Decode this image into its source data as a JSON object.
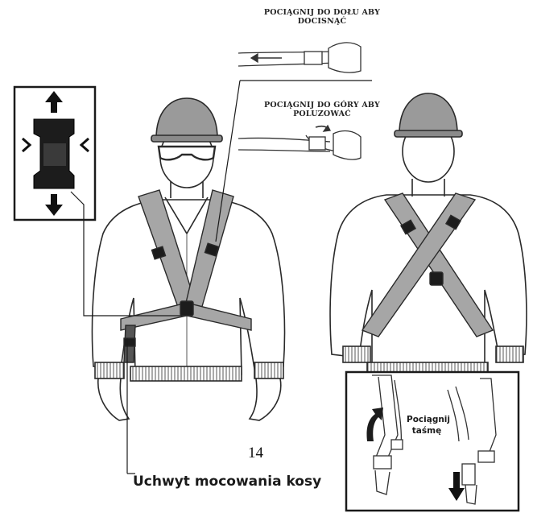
{
  "captions": {
    "tighten": "POCIĄGNIJ DO DOŁU ABY DOCISNĄĆ",
    "loosen": "POCIĄGNIJ DO GÓRY ABY POLUZOWAĆ"
  },
  "page_number": "14",
  "labels": {
    "grip": "Uchwyt mocowania kosy",
    "pull_strap": "Pociągnij taśmę"
  },
  "icons": {
    "buckle_arrows": [
      "arrow-up-icon",
      "arrow-down-icon",
      "arrow-left-icon",
      "arrow-right-icon"
    ],
    "strap_arrows": [
      "curved-arrow-up-icon",
      "arrow-down-icon"
    ]
  },
  "colors": {
    "strap": "#a6a6a6",
    "outline": "#2a2a2a",
    "buckle": "#1c1c1c"
  }
}
